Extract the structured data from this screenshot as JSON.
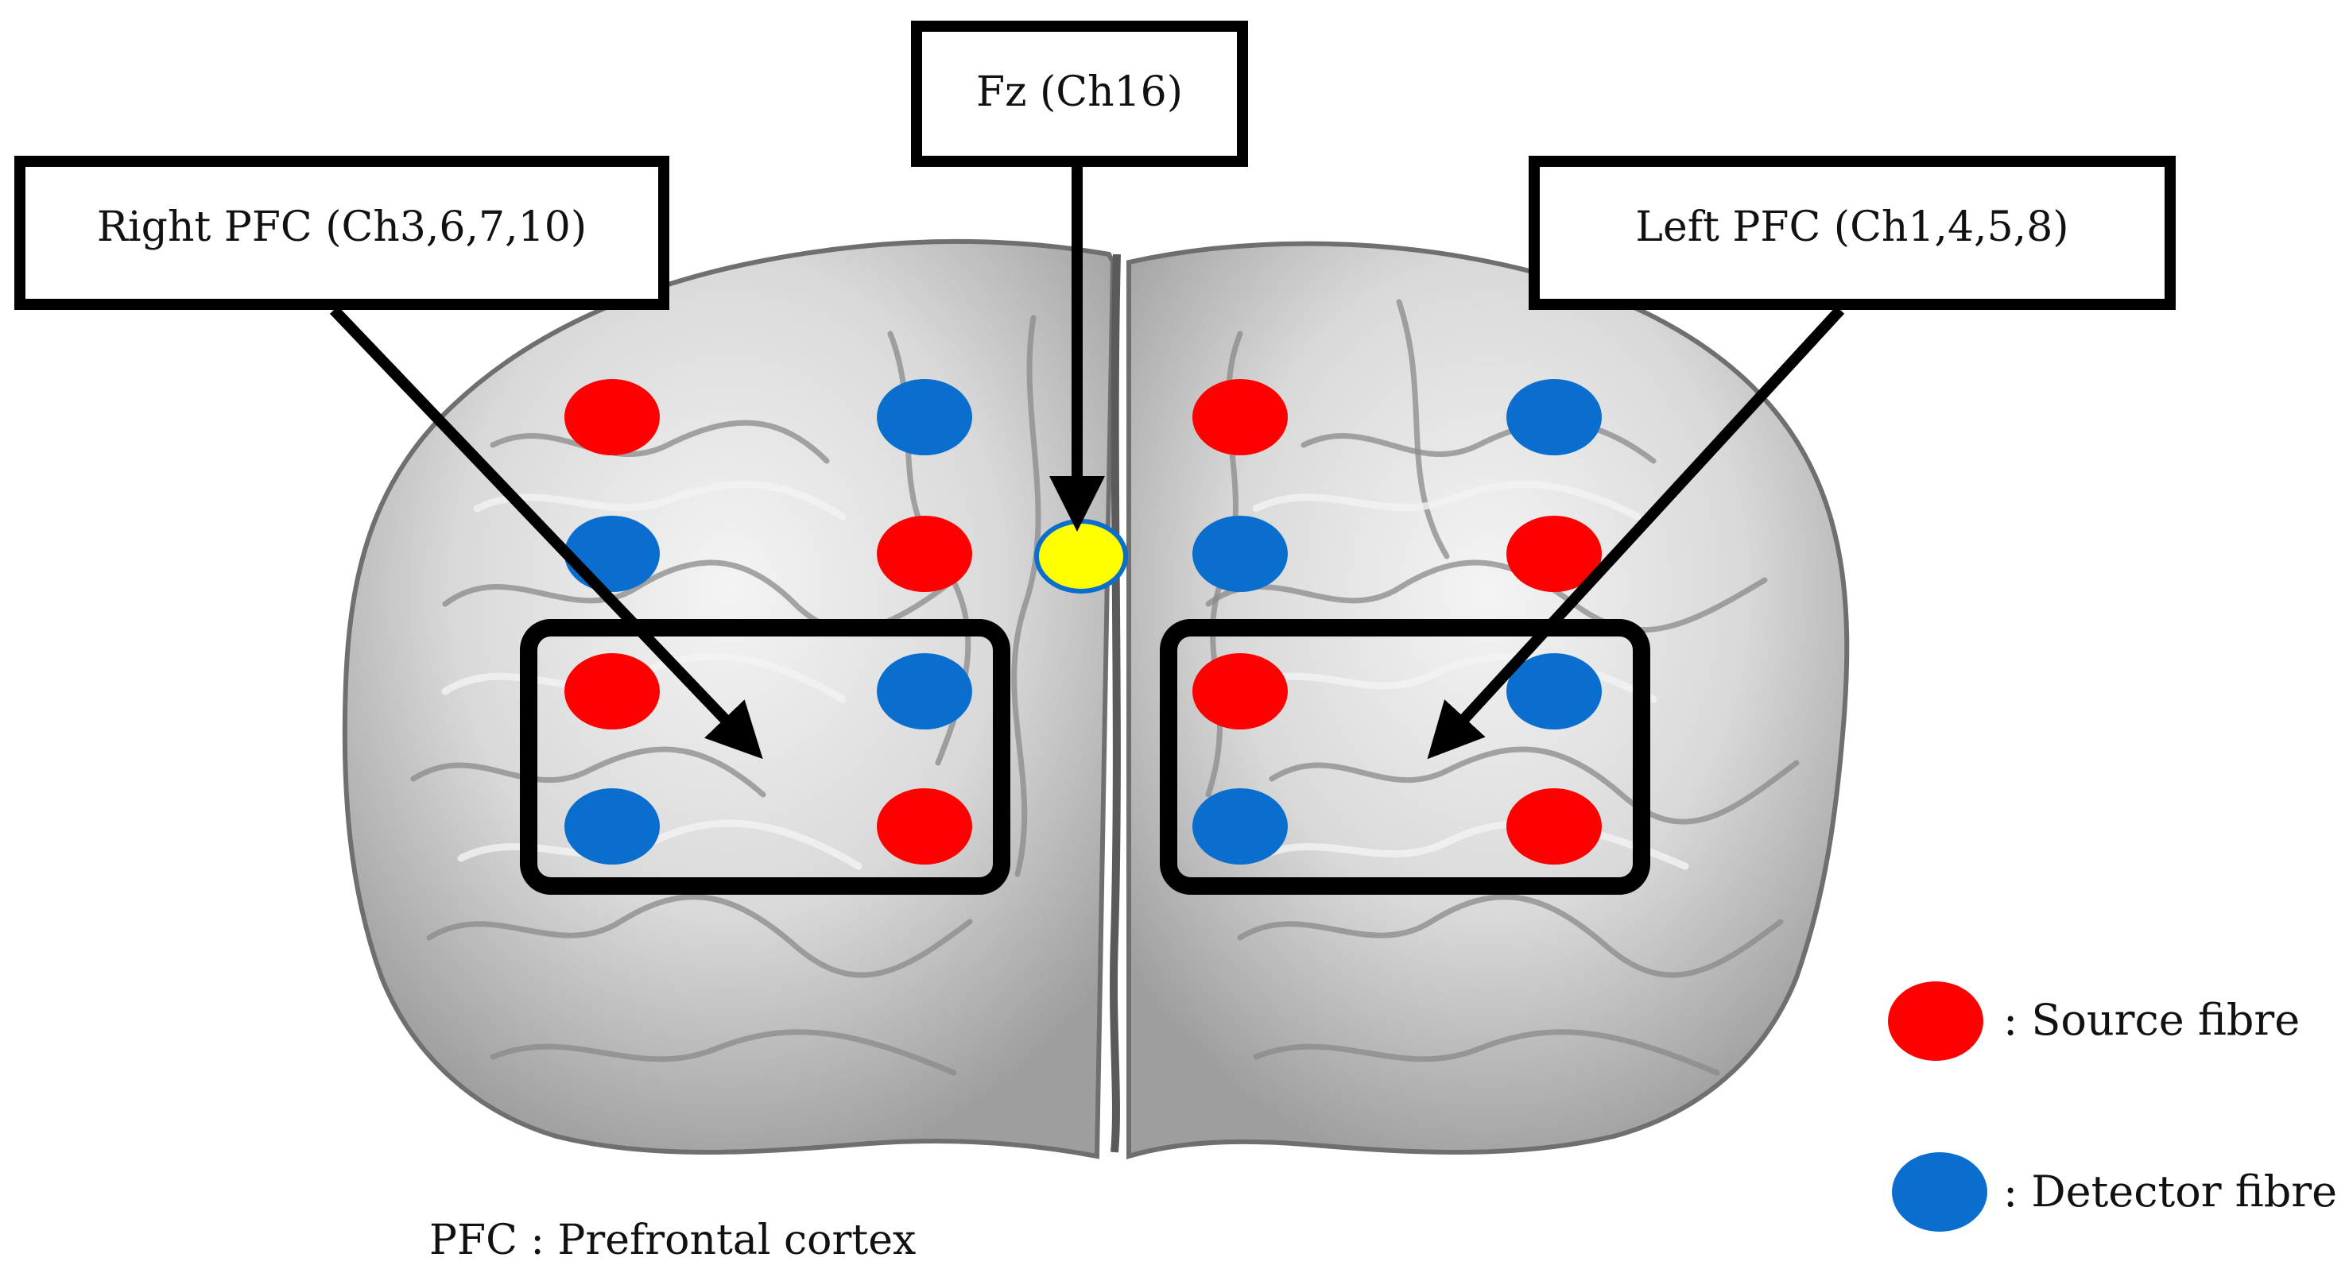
{
  "labels": {
    "fz": "Fz (Ch16)",
    "right_pfc": "Right PFC (Ch3,6,7,10)",
    "left_pfc": "Left PFC (Ch1,4,5,8)"
  },
  "legend": {
    "source": ": Source fibre",
    "detector": ": Detector fibre"
  },
  "footnote": "PFC : Prefrontal cortex",
  "colors": {
    "source": "#ff0000",
    "detector": "#0a6ecf",
    "reference": "#ffff00"
  }
}
